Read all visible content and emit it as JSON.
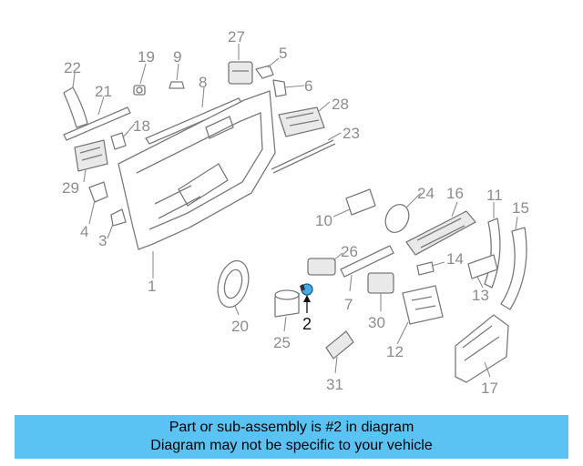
{
  "diagram": {
    "labels": [
      "22",
      "21",
      "19",
      "9",
      "27",
      "5",
      "8",
      "6",
      "28",
      "18",
      "23",
      "29",
      "4",
      "3",
      "1",
      "24",
      "16",
      "11",
      "15",
      "10",
      "26",
      "14",
      "7",
      "13",
      "20",
      "25",
      "30",
      "12",
      "31",
      "17"
    ],
    "highlighted": "2",
    "highlight_color": "#4aa9e8"
  },
  "banner": {
    "line1": "Part or sub-assembly is #2 in diagram",
    "line2": "Diagram may not be specific to your vehicle",
    "background": "#5bc3f3"
  }
}
